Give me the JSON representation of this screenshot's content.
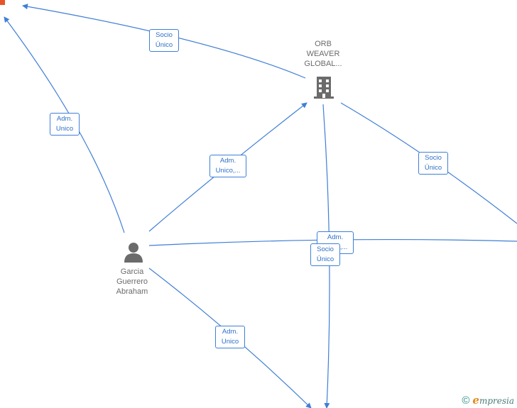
{
  "nodes": {
    "company": {
      "label": "ORB\nWEAVER\nGLOBAL...",
      "icon": "building-icon"
    },
    "person": {
      "label": "Garcia\nGuerrero\nAbraham",
      "icon": "person-icon"
    }
  },
  "edge_labels": [
    {
      "id": "el-1",
      "text": "Socio\nÚnico"
    },
    {
      "id": "el-2",
      "text": "Adm.\nUnico"
    },
    {
      "id": "el-3",
      "text": "Adm.\nUnico,..."
    },
    {
      "id": "el-4",
      "text": "Socio\nÚnico"
    },
    {
      "id": "el-5",
      "text": "Adm.\nUnico,..."
    },
    {
      "id": "el-6",
      "text": "Socio\nÚnico"
    },
    {
      "id": "el-7",
      "text": "Adm.\nUnico"
    }
  ],
  "footer": {
    "copyright": "©",
    "brand_initial": "e",
    "brand_rest": "mpresia"
  },
  "colors": {
    "edge": "#3f7fd6",
    "node_icon": "#6b6b6b",
    "accent": "#e8542a"
  }
}
